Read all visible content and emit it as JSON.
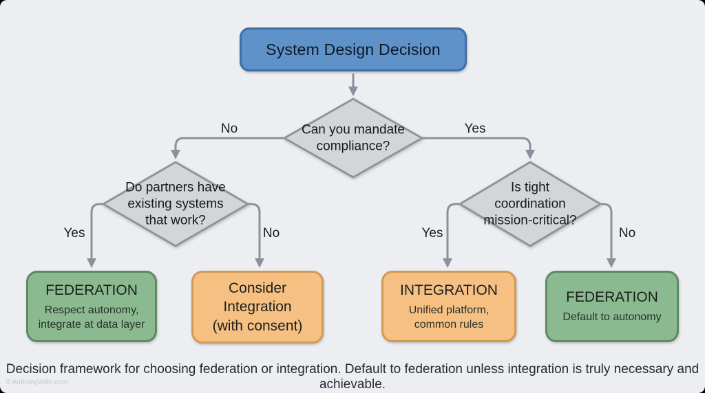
{
  "root": {
    "label": "System Design Decision"
  },
  "decisions": [
    {
      "question": "Can you mandate\ncompliance?"
    },
    {
      "question": "Do partners have\nexisting systems\nthat work?"
    },
    {
      "question": "Is tight\ncoordination\nmission-critical?"
    }
  ],
  "branches": {
    "q1_no": "No",
    "q1_yes": "Yes",
    "q2_yes": "Yes",
    "q2_no": "No",
    "q3_yes": "Yes",
    "q3_no": "No"
  },
  "outcomes": [
    {
      "title": "FEDERATION",
      "subtitle": "Respect autonomy,\nintegrate at data layer",
      "type": "green"
    },
    {
      "title": "Consider\nIntegration\n(with consent)",
      "subtitle": "",
      "type": "orange"
    },
    {
      "title": "INTEGRATION",
      "subtitle": "Unified platform,\ncommon rules",
      "type": "orange"
    },
    {
      "title": "FEDERATION",
      "subtitle": "Default to autonomy",
      "type": "green"
    }
  ],
  "caption": "Decision framework for choosing federation or integration. Default to federation unless integration is truly necessary and achievable.",
  "watermark": "© AnthonyVeltri.com",
  "colors": {
    "canvas_bg": "#edeef1",
    "root_fill": "#5e92c8",
    "root_border": "#3e6ea6",
    "decision_fill": "#d4d5d9",
    "decision_border": "#8e939d",
    "federation_fill": "#8cba90",
    "federation_border": "#5d8a64",
    "integration_fill": "#f7c083",
    "integration_border": "#d09a55",
    "connector": "#8b919c"
  }
}
